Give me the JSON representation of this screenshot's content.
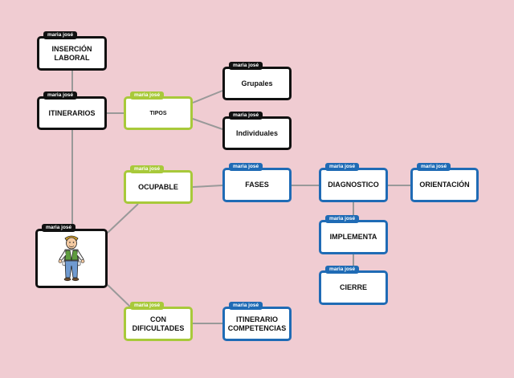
{
  "author_tag": "maria josé",
  "nodes": {
    "insercion": {
      "label": "INSERCIÓN\nLABORAL"
    },
    "itinerarios": {
      "label": "ITINERARIOS"
    },
    "tipos": {
      "label": "TIPOS"
    },
    "grupales": {
      "label": "Grupales"
    },
    "individuales": {
      "label": "Individuales"
    },
    "ocupable": {
      "label": "OCUPABLE"
    },
    "fases": {
      "label": "FASES"
    },
    "diagnostico": {
      "label": "DIAGNOSTICO"
    },
    "orientacion": {
      "label": "ORIENTACIÓN"
    },
    "implementa": {
      "label": "IMPLEMENTA"
    },
    "cierre": {
      "label": "CIERRE"
    },
    "con_dificultades": {
      "label": "CON\nDIFICULTADES"
    },
    "itinerario_competencias": {
      "label": "ITINERARIO\nCOMPETENCIAS"
    },
    "image": {
      "label": ""
    }
  },
  "colors": {
    "background": "#f0ccd2",
    "black": "#111111",
    "green": "#a8c93a",
    "blue": "#1f6bb5",
    "connector": "#999999"
  }
}
